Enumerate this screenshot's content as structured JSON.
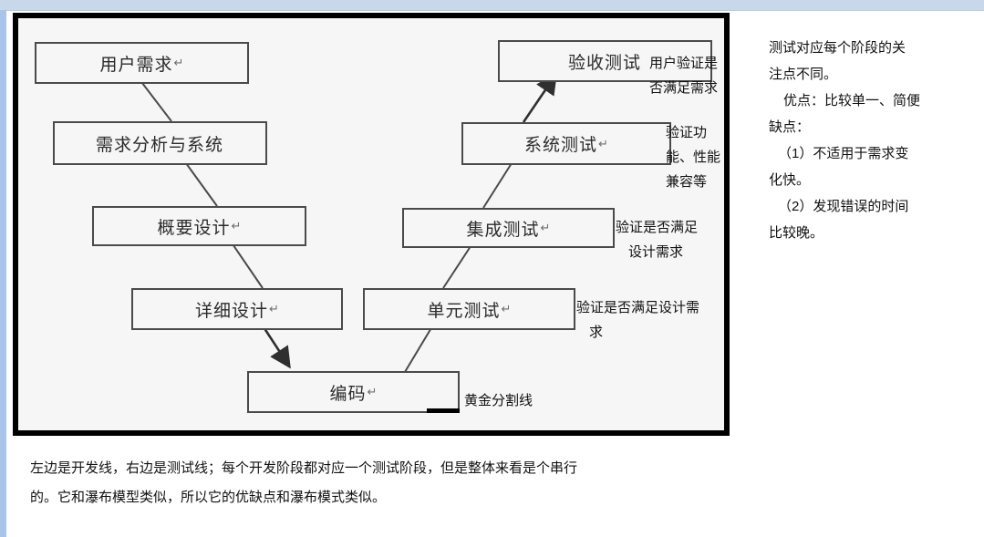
{
  "diagram": {
    "boxes": [
      {
        "id": "user-requirements",
        "label": "用户需求",
        "mark": "↵"
      },
      {
        "id": "requirement-analysis",
        "label": "需求分析与系统",
        "mark": ""
      },
      {
        "id": "outline-design",
        "label": "概要设计",
        "mark": "↵"
      },
      {
        "id": "detailed-design",
        "label": "详细设计",
        "mark": "↵"
      },
      {
        "id": "coding",
        "label": "编码",
        "mark": "↵"
      },
      {
        "id": "unit-test",
        "label": "单元测试",
        "mark": "↵"
      },
      {
        "id": "integration-test",
        "label": "集成测试",
        "mark": "↵"
      },
      {
        "id": "system-test",
        "label": "系统测试",
        "mark": "↵"
      },
      {
        "id": "acceptance-test",
        "label": "验收测试",
        "mark": ""
      }
    ],
    "annotations": {
      "acceptance": {
        "line1": "用户验证是",
        "line2": "否满足需求"
      },
      "system": {
        "line1": "验证功",
        "line2": "能、性能",
        "line3": "兼容等"
      },
      "integration": {
        "line1": "验证是否满足",
        "line2": "设计需求"
      },
      "unit": {
        "line1": "验证是否满足设计需",
        "line2": "求"
      },
      "golden_line": "黄金分割线"
    }
  },
  "notes": {
    "intro": {
      "line1": "测试对应每个阶段的关",
      "line2": "注点不同。"
    },
    "pros_cons": {
      "line1": "优点：比较单一、简便",
      "line2": "缺点：",
      "line3": "（1）不适用于需求变",
      "line4": "化快。",
      "line5": "（2）发现错误的时间",
      "line6": "比较晚。"
    }
  },
  "caption": {
    "line1": "左边是开发线，右边是测试线；每个开发阶段都对应一个测试阶段，但是整体来看是个串行",
    "line2": "的。它和瀑布模型类似，所以它的优缺点和瀑布模式类似。"
  },
  "colors": {
    "chrome_top": "#c9d7ea",
    "chrome_left": "#a9c6ea",
    "frame_border": "#000000",
    "frame_fill": "#f6f6f6",
    "box_border": "#4a4a4a",
    "text": "#111111"
  }
}
